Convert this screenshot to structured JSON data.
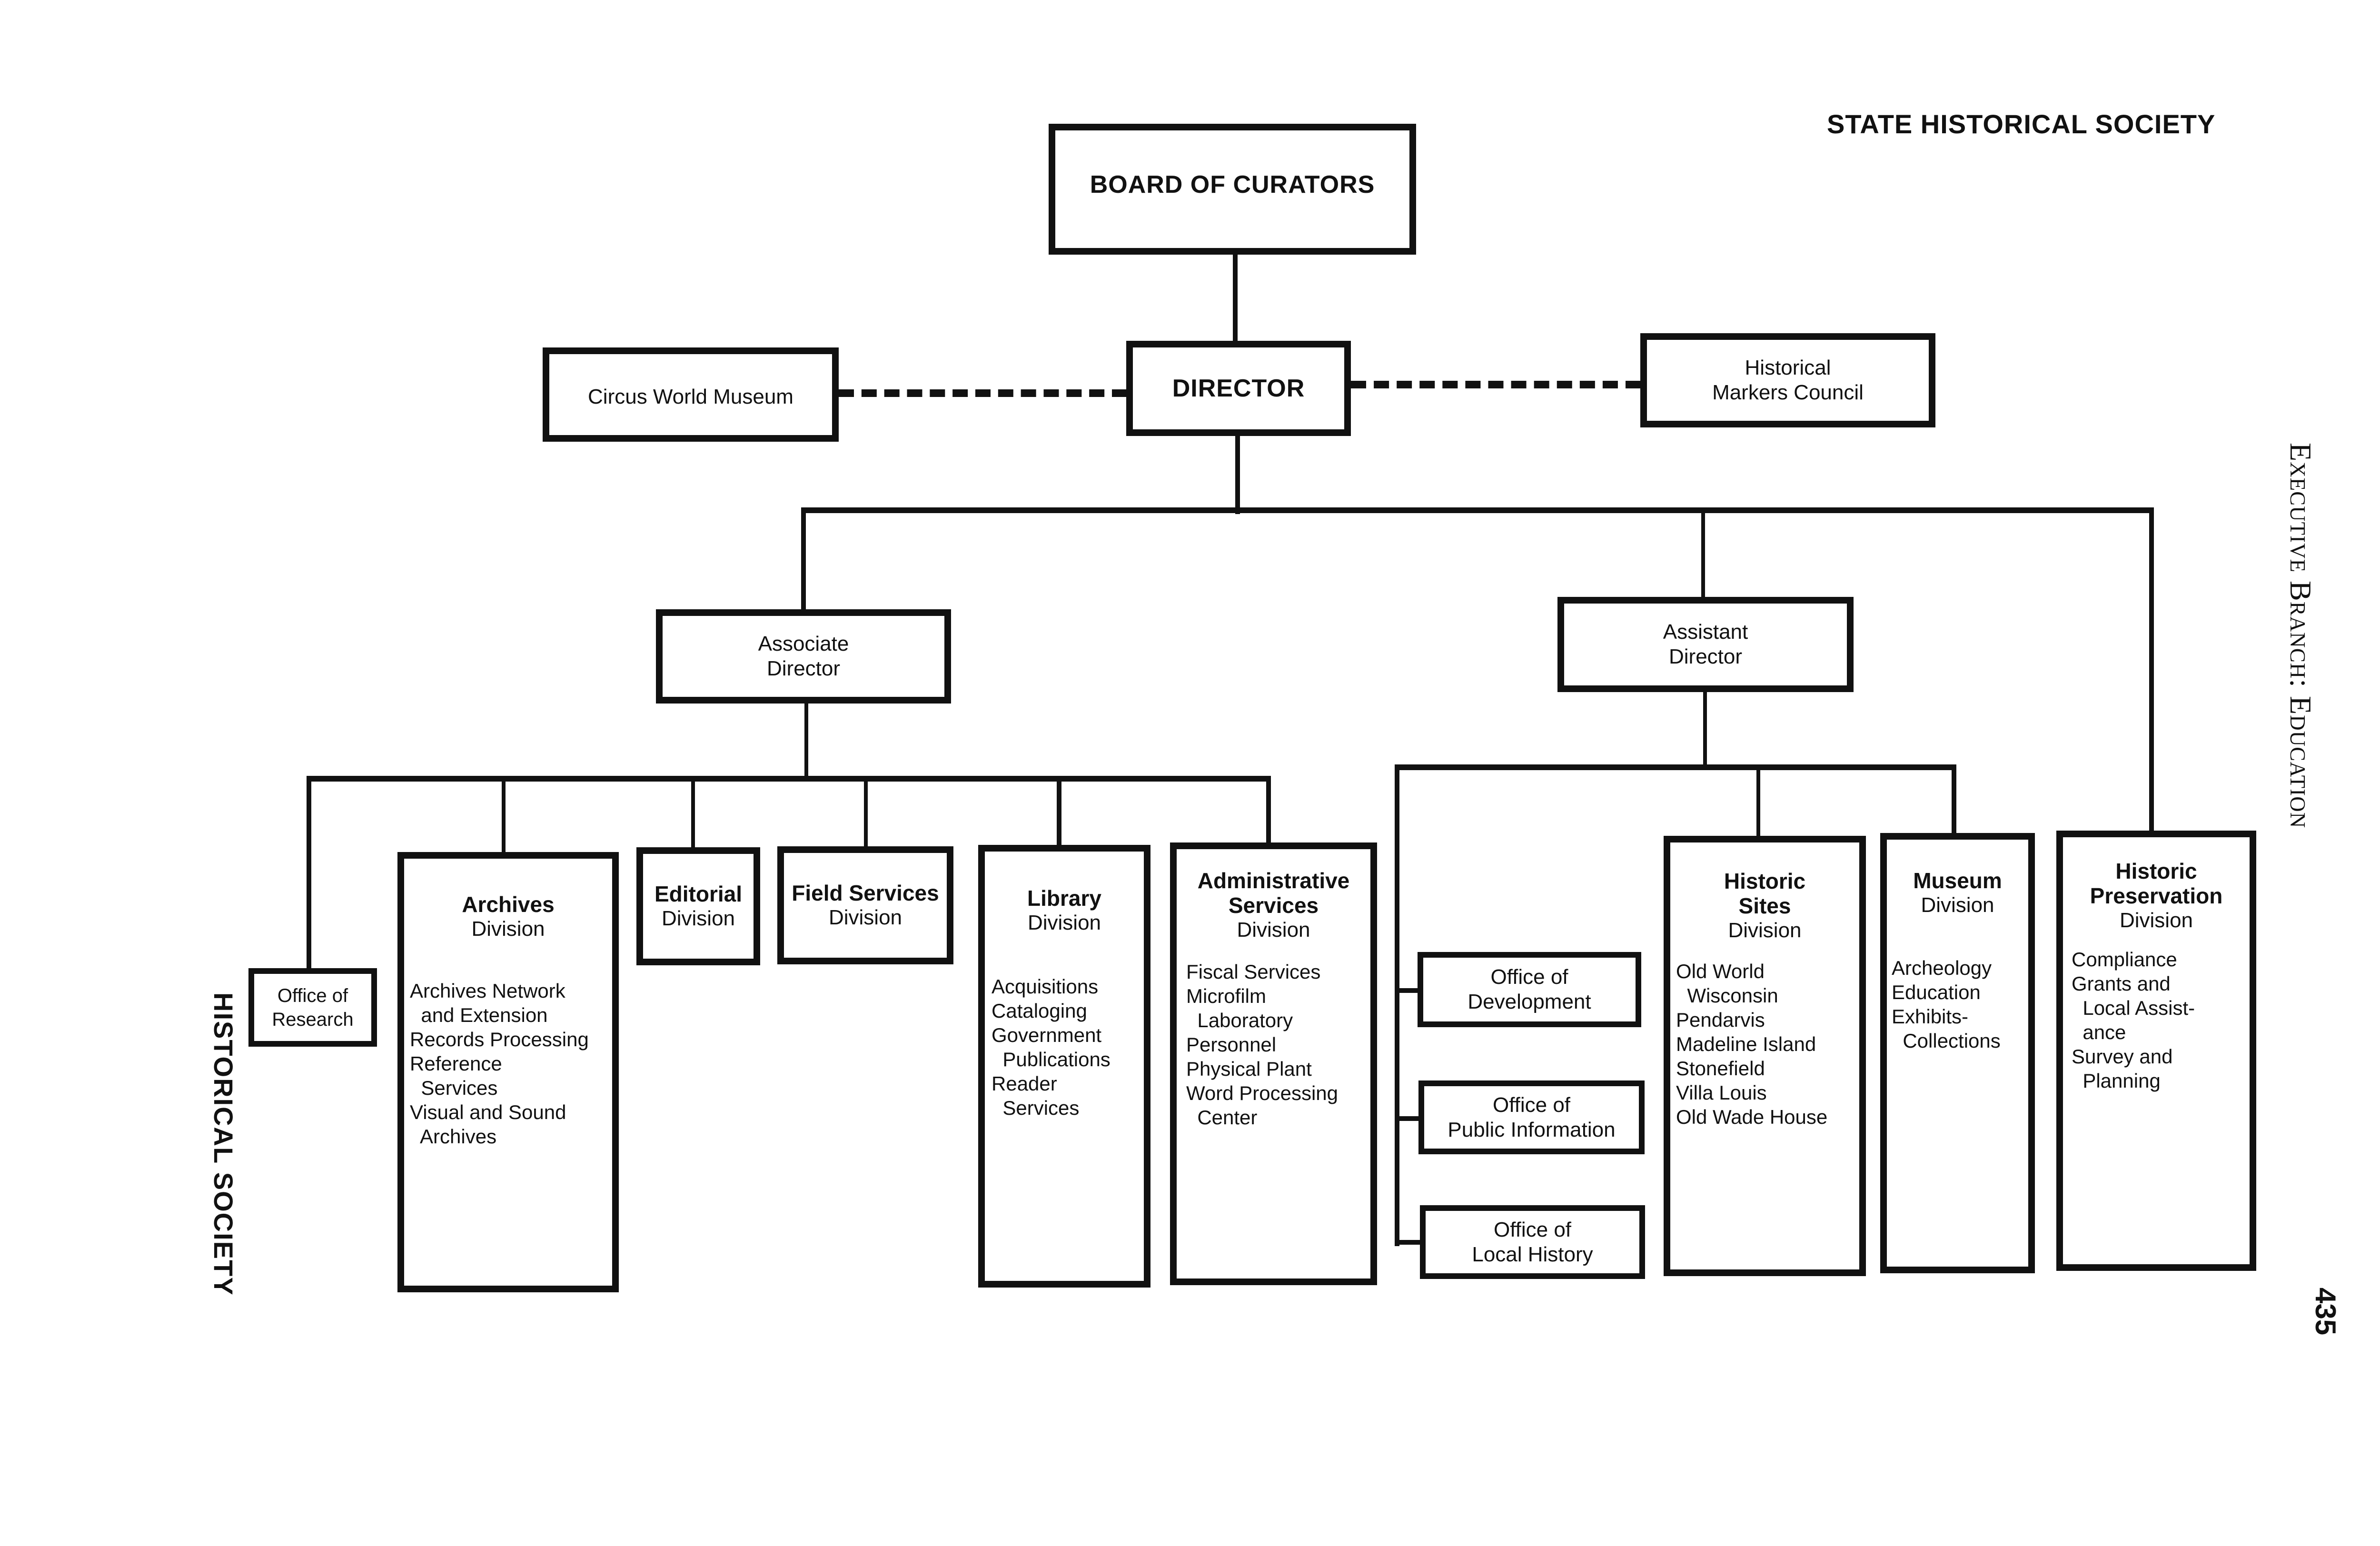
{
  "page": {
    "header": "STATE HISTORICAL SOCIETY",
    "left_margin": "HISTORICAL SOCIETY",
    "right_margin": "Executive Branch: Education",
    "page_number": "435"
  },
  "chart": {
    "board": "BOARD OF CURATORS",
    "director": "DIRECTOR",
    "circus": "Circus World Museum",
    "markers": [
      "Historical",
      "Markers Council"
    ],
    "associate": [
      "Associate",
      "Director"
    ],
    "assistant": [
      "Assistant",
      "Director"
    ],
    "office_research": [
      "Office of",
      "Research"
    ],
    "archives": {
      "title": [
        "Archives"
      ],
      "sub": "Division",
      "items": [
        "Archives Network",
        "  and Extension",
        "Records Processing",
        "Reference",
        "  Services",
        "Visual and Sound",
        "  Archives"
      ]
    },
    "editorial": {
      "title": [
        "Editorial"
      ],
      "sub": "Division"
    },
    "field_services": {
      "title": [
        "Field Services"
      ],
      "sub": "Division"
    },
    "library": {
      "title": [
        "Library"
      ],
      "sub": "Division",
      "items": [
        "Acquisitions",
        "Cataloging",
        "Government",
        "  Publications",
        "Reader",
        "  Services"
      ]
    },
    "admin": {
      "title": [
        "Administrative",
        "Services"
      ],
      "sub": "Division",
      "items": [
        "Fiscal Services",
        "Microfilm",
        "  Laboratory",
        "Personnel",
        "Physical Plant",
        "Word Processing",
        "  Center"
      ]
    },
    "office_development": [
      "Office of",
      "Development"
    ],
    "office_public_info": [
      "Office of",
      "Public Information"
    ],
    "office_local_history": [
      "Office of",
      "Local History"
    ],
    "historic_sites": {
      "title": [
        "Historic",
        "Sites"
      ],
      "sub": "Division",
      "items": [
        "Old World",
        "  Wisconsin",
        "Pendarvis",
        "Madeline Island",
        "Stonefield",
        "Villa Louis",
        "Old Wade House"
      ]
    },
    "museum": {
      "title": [
        "Museum"
      ],
      "sub": "Division",
      "items": [
        "Archeology",
        "Education",
        "Exhibits-",
        "  Collections"
      ]
    },
    "historic_preservation": {
      "title": [
        "Historic",
        "Preservation"
      ],
      "sub": "Division",
      "items": [
        "Compliance",
        "Grants and",
        "  Local Assist-",
        "  ance",
        "Survey and",
        "  Planning"
      ]
    }
  }
}
